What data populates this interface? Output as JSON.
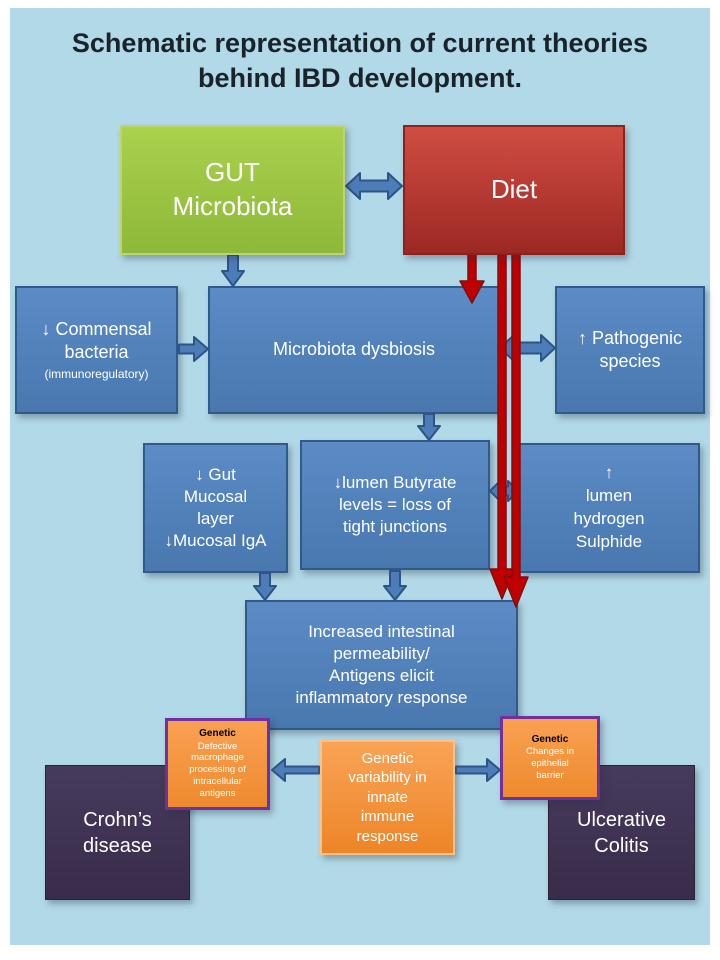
{
  "title": {
    "text": "Schematic representation of current theories\nbehind IBD development."
  },
  "boxes": {
    "gut_microbiota": {
      "label": "GUT\nMicrobiota"
    },
    "diet": {
      "label": "Diet"
    },
    "commensal": {
      "label": "↓ Commensal\nbacteria",
      "sub": "(immunoregulatory)"
    },
    "dysbiosis": {
      "label": "Microbiota dysbiosis"
    },
    "pathogenic": {
      "label": "↑ Pathogenic\nspecies"
    },
    "mucosal": {
      "label": "↓ Gut\nMucosal\nlayer\n↓Mucosal IgA"
    },
    "butyrate": {
      "label": "↓lumen Butyrate\nlevels  = loss of\ntight junctions"
    },
    "hydrogen_sulphide": {
      "label": "↑\nlumen\nhydrogen\nSulphide"
    },
    "permeability": {
      "label": "Increased intestinal\npermeability/\nAntigens  elicit\ninflammatory response"
    },
    "genetic_macrophage": {
      "heading": "Genetic",
      "body": "Defective\nmacrophage\nprocessing of\nintracellular\nantigens"
    },
    "genetic_innate": {
      "label": "Genetic\nvariability in\ninnate\nimmune\nresponse"
    },
    "genetic_epithelial": {
      "heading": "Genetic",
      "body": "Changes in\nepithelial\nbarrier"
    },
    "crohns": {
      "label": "Crohn’s\ndisease"
    },
    "ulcerative": {
      "label": "Ulcerative\nColitis"
    }
  },
  "colors": {
    "slide_bg": "#b2d9e7",
    "box_blue": "#4f81bd",
    "box_green": "#9ccb3b",
    "box_red": "#c0392b",
    "box_purple": "#403152",
    "box_orange": "#f79646",
    "orange_border_purple": "#7030a0",
    "arrow_blue": "#4d7db8",
    "arrow_red": "#c00000"
  }
}
